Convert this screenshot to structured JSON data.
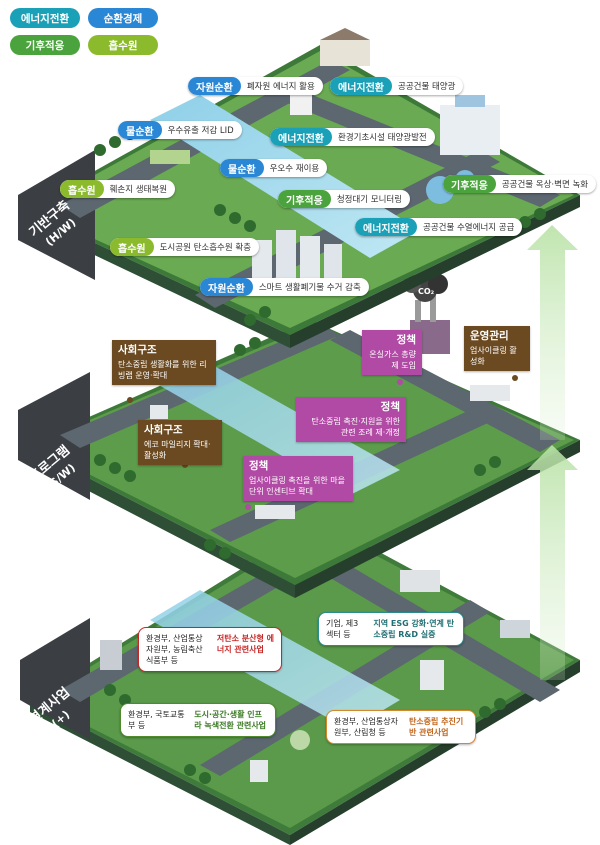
{
  "legend": {
    "items": [
      {
        "label": "에너지전환",
        "color": "#1aa1b8"
      },
      {
        "label": "순환경제",
        "color": "#2a87d6"
      },
      {
        "label": "기후적응",
        "color": "#4aa33c"
      },
      {
        "label": "흡수원",
        "color": "#8bbb2c"
      }
    ]
  },
  "layers": {
    "hw": {
      "label": "기반구축",
      "sub": "(H/W)"
    },
    "sw": {
      "label": "프로그램",
      "sub": "(S/W)"
    },
    "link": {
      "label": "연계사업",
      "sub": "(+)"
    }
  },
  "hw_tags": [
    {
      "category": "자원순환",
      "text": "폐자원 에너지 활용",
      "color": "#2a87d6"
    },
    {
      "category": "에너지전환",
      "text": "공공건물 태양광",
      "color": "#1aa1b8"
    },
    {
      "category": "물순환",
      "text": "우수유출 저감 LID",
      "color": "#2a87d6"
    },
    {
      "category": "에너지전환",
      "text": "환경기초시설 태양광발전",
      "color": "#1aa1b8"
    },
    {
      "category": "물순환",
      "text": "우오수 재이용",
      "color": "#2a87d6"
    },
    {
      "category": "흡수원",
      "text": "훼손지 생태복원",
      "color": "#8bbb2c"
    },
    {
      "category": "기후적응",
      "text": "공공건물 옥상·벽면 녹화",
      "color": "#4aa33c"
    },
    {
      "category": "기후적응",
      "text": "청정대기 모니터링",
      "color": "#4aa33c"
    },
    {
      "category": "흡수원",
      "text": "도시공원 탄소흡수원 확충",
      "color": "#8bbb2c"
    },
    {
      "category": "에너지전환",
      "text": "공공건물 수열에너지 공급",
      "color": "#1aa1b8"
    },
    {
      "category": "자원순환",
      "text": "스마트 생활폐기물 수거 감축",
      "color": "#2a87d6"
    }
  ],
  "co2_label": "CO₂",
  "sw_boxes": [
    {
      "title": "사회구조",
      "text": "탄소중립 생활화를 위한 리빙랩 운영·확대",
      "style": "brown"
    },
    {
      "title": "사회구조",
      "text": "에코 마일리지 확대·활성화",
      "style": "brown"
    },
    {
      "title": "정책",
      "text": "온실가스 총량제 도입",
      "style": "magenta"
    },
    {
      "title": "운영관리",
      "text": "업사이클링 활성화",
      "style": "brown"
    },
    {
      "title": "정책",
      "text": "탄소중립 촉진·지원을 위한 관련 조례 제·개정",
      "style": "magenta"
    },
    {
      "title": "정책",
      "text": "업사이클링 촉진을 위한 마을단위 인센티브 확대",
      "style": "magenta"
    }
  ],
  "link_boxes": [
    {
      "left": "환경부, 산업통상자원부, 농림축산식품부 등",
      "right": "저탄소 분산형 에너지 관련사업",
      "style": "red-b"
    },
    {
      "left": "기업, 제3섹터 등",
      "right": "지역 ESG 강화·연계 탄소중립 R&D 실증",
      "style": "teal-b"
    },
    {
      "left": "환경부, 국토교통부 등",
      "right": "도시·공간·생활 인프라 녹색전환 관련사업",
      "style": "green-b"
    },
    {
      "left": "환경부, 산업통상자원부, 산림청 등",
      "right": "탄소중립 추진기반 관련사업",
      "style": "orange-b"
    }
  ]
}
